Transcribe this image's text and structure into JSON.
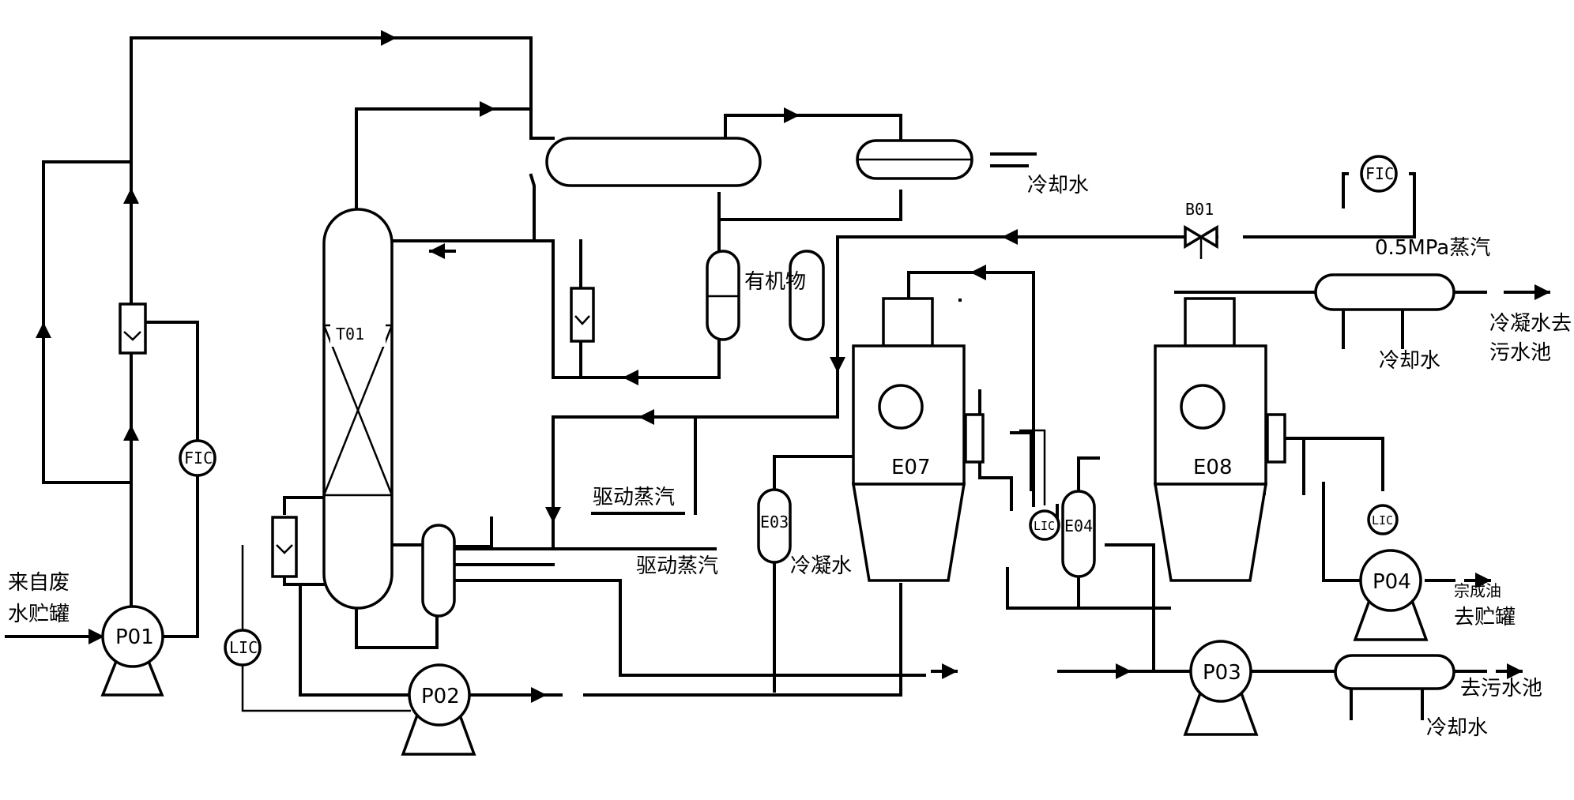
{
  "labels": {
    "source": [
      "来自废",
      "水贮罐"
    ],
    "cooling_water": "冷却水",
    "organics": "有机物",
    "steam_05": "0.5MPa蒸汽",
    "condensate_pool": [
      "冷凝水去",
      "污水池"
    ],
    "driving_steam": "驱动蒸汽",
    "condensate": "冷凝水",
    "finished_oil": [
      "宗成油",
      "去贮罐"
    ],
    "to_sewage": "去污水池"
  },
  "equipment": {
    "t01": "T01",
    "p01": "P01",
    "p02": "P02",
    "p03": "P03",
    "p04": "P04",
    "e03": "E03",
    "e04": "E04",
    "e07": "E07",
    "e08": "E08",
    "b01": "B01"
  },
  "instruments": {
    "fic": "FIC",
    "lic": "LIC"
  }
}
